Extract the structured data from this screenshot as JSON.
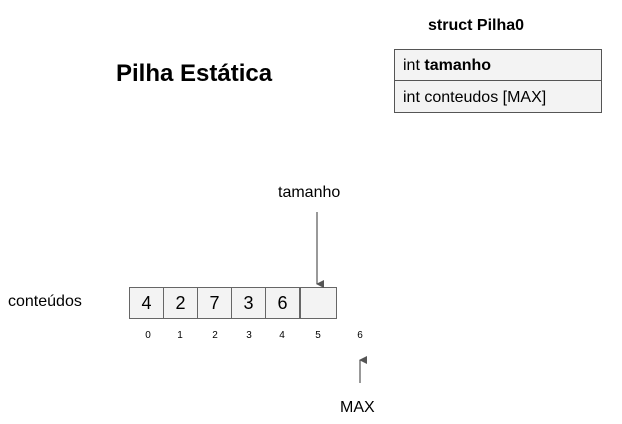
{
  "title": "Pilha Estática",
  "struct": {
    "name": "struct Pilha0",
    "fields": [
      {
        "type": "int",
        "name": "tamanho"
      },
      {
        "type": "int",
        "name": "conteudos [MAX]"
      }
    ]
  },
  "array": {
    "label": "conteúdos",
    "cells": [
      "4",
      "2",
      "7",
      "3",
      "6",
      ""
    ],
    "indices": [
      "0",
      "1",
      "2",
      "3",
      "4",
      "5",
      "6"
    ]
  },
  "pointers": {
    "tamanho": "tamanho",
    "max": "MAX"
  }
}
